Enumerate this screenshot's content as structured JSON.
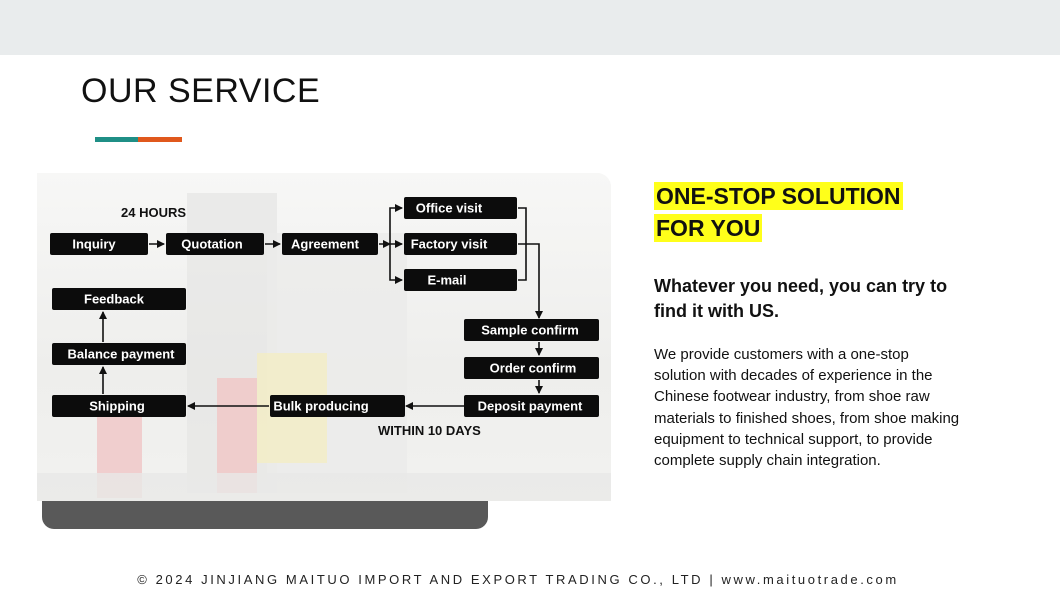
{
  "page": {
    "title": "OUR SERVICE",
    "accent_colors": [
      "#1f8f86",
      "#e0581c"
    ],
    "highlight_color": "#ffff1a"
  },
  "flowchart": {
    "caption_top": "24 HOURS",
    "caption_bottom": "WITHIN 10 DAYS",
    "nodes": {
      "inquiry": "Inquiry",
      "quotation": "Quotation",
      "agreement": "Agreement",
      "office_visit": "Office visit",
      "factory_visit": "Factory visit",
      "email": "E-mail",
      "sample_confirm": "Sample confirm",
      "order_confirm": "Order confirm",
      "deposit_payment": "Deposit payment",
      "bulk_producing": "Bulk producing",
      "shipping": "Shipping",
      "balance_payment": "Balance payment",
      "feedback": "Feedback"
    }
  },
  "solution": {
    "heading_line1": "ONE-STOP SOLUTION",
    "heading_line2": "FOR YOU",
    "subheading": "Whatever you need, you can try to find it with US.",
    "body": "We provide customers with a one-stop solution with decades of experience in the Chinese footwear industry, from shoe raw materials to finished shoes, from shoe making equipment to technical support, to provide complete supply chain integration."
  },
  "footer": {
    "text": "© 2024 JINJIANG MAITUO IMPORT AND EXPORT TRADING CO., LTD | www.maituotrade.com"
  }
}
